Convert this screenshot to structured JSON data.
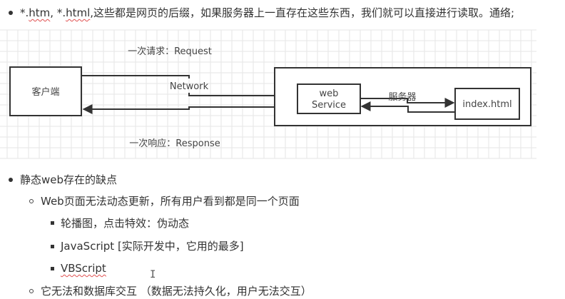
{
  "intro_bullet": {
    "part1": "*.",
    "ext1": "htm",
    "part2": ", *.",
    "ext2": "html",
    "rest": ",这些都是网页的后缀，如果服务器上一直存在这些东西，我们就可以直接进行读取。通络;"
  },
  "diagram": {
    "client_label": "客户端",
    "network_label": "Network",
    "request_label": "一次请求：Request",
    "response_label": "一次响应：Response",
    "web_service_label_line1": "web",
    "web_service_label_line2": "Service",
    "server_label": "服务器",
    "index_label": "index.html",
    "colors": {
      "stroke": "#333333",
      "grid": "#e6e6e6"
    }
  },
  "section": {
    "title": "静态web存在的缺点",
    "items": [
      {
        "text": "Web页面无法动态更新，所有用户看到都是同一个页面",
        "subitems": [
          {
            "text": "轮播图，点击特效：伪动态"
          },
          {
            "text": "JavaScript [实际开发中，它用的最多]"
          },
          {
            "text": "VBScript"
          }
        ]
      },
      {
        "text": "它无法和数据库交互 （数据无法持久化，用户无法交互）"
      }
    ]
  },
  "cursor": {
    "glyph": "I"
  }
}
